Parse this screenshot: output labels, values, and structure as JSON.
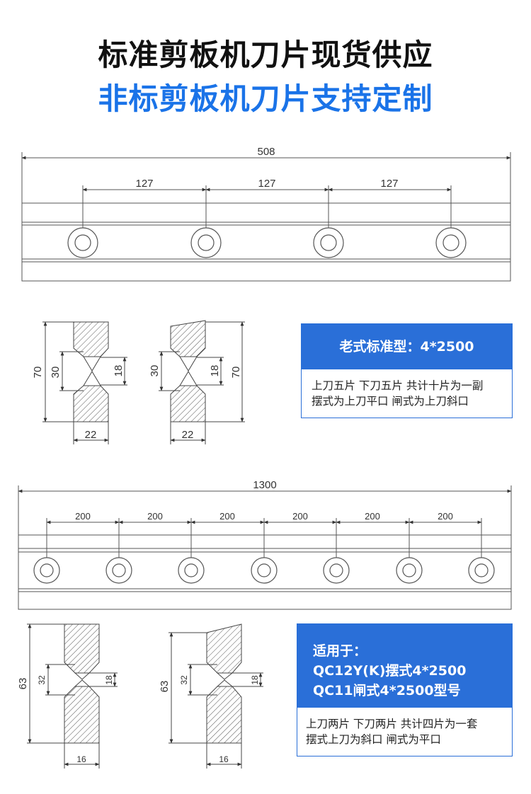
{
  "headline": {
    "line1": "标准剪板机刀片现货供应",
    "line2": "非标剪板机刀片支持定制"
  },
  "drawing1": {
    "overall_length": "508",
    "spacing": [
      "127",
      "127",
      "127"
    ],
    "profile_height": "70",
    "profile_mid": "30",
    "profile_hole": "18",
    "profile_width": "22"
  },
  "info_box_1": {
    "heading": "老式标准型：4*2500",
    "lines": [
      "上刀五片 下刀五片 共计十片为一副",
      "摆式为上刀平口 闸式为上刀斜口"
    ]
  },
  "drawing2": {
    "overall_length": "1300",
    "spacing": [
      "200",
      "200",
      "200",
      "200",
      "200",
      "200"
    ],
    "profile_height": "63",
    "profile_mid": "32",
    "profile_hole": "18",
    "profile_width": "16"
  },
  "info_box_2": {
    "heading_lines": [
      "适用于：",
      "QC12Y(K)摆式4*2500",
      "QC11闸式4*2500型号"
    ],
    "lines": [
      "上刀两片 下刀两片 共计四片为一套",
      "摆式上刀为斜口 闸式为平口"
    ]
  },
  "colors": {
    "accent_blue": "#1a73e8",
    "box_blue": "#2a6fd8",
    "line_gray": "#555555"
  }
}
